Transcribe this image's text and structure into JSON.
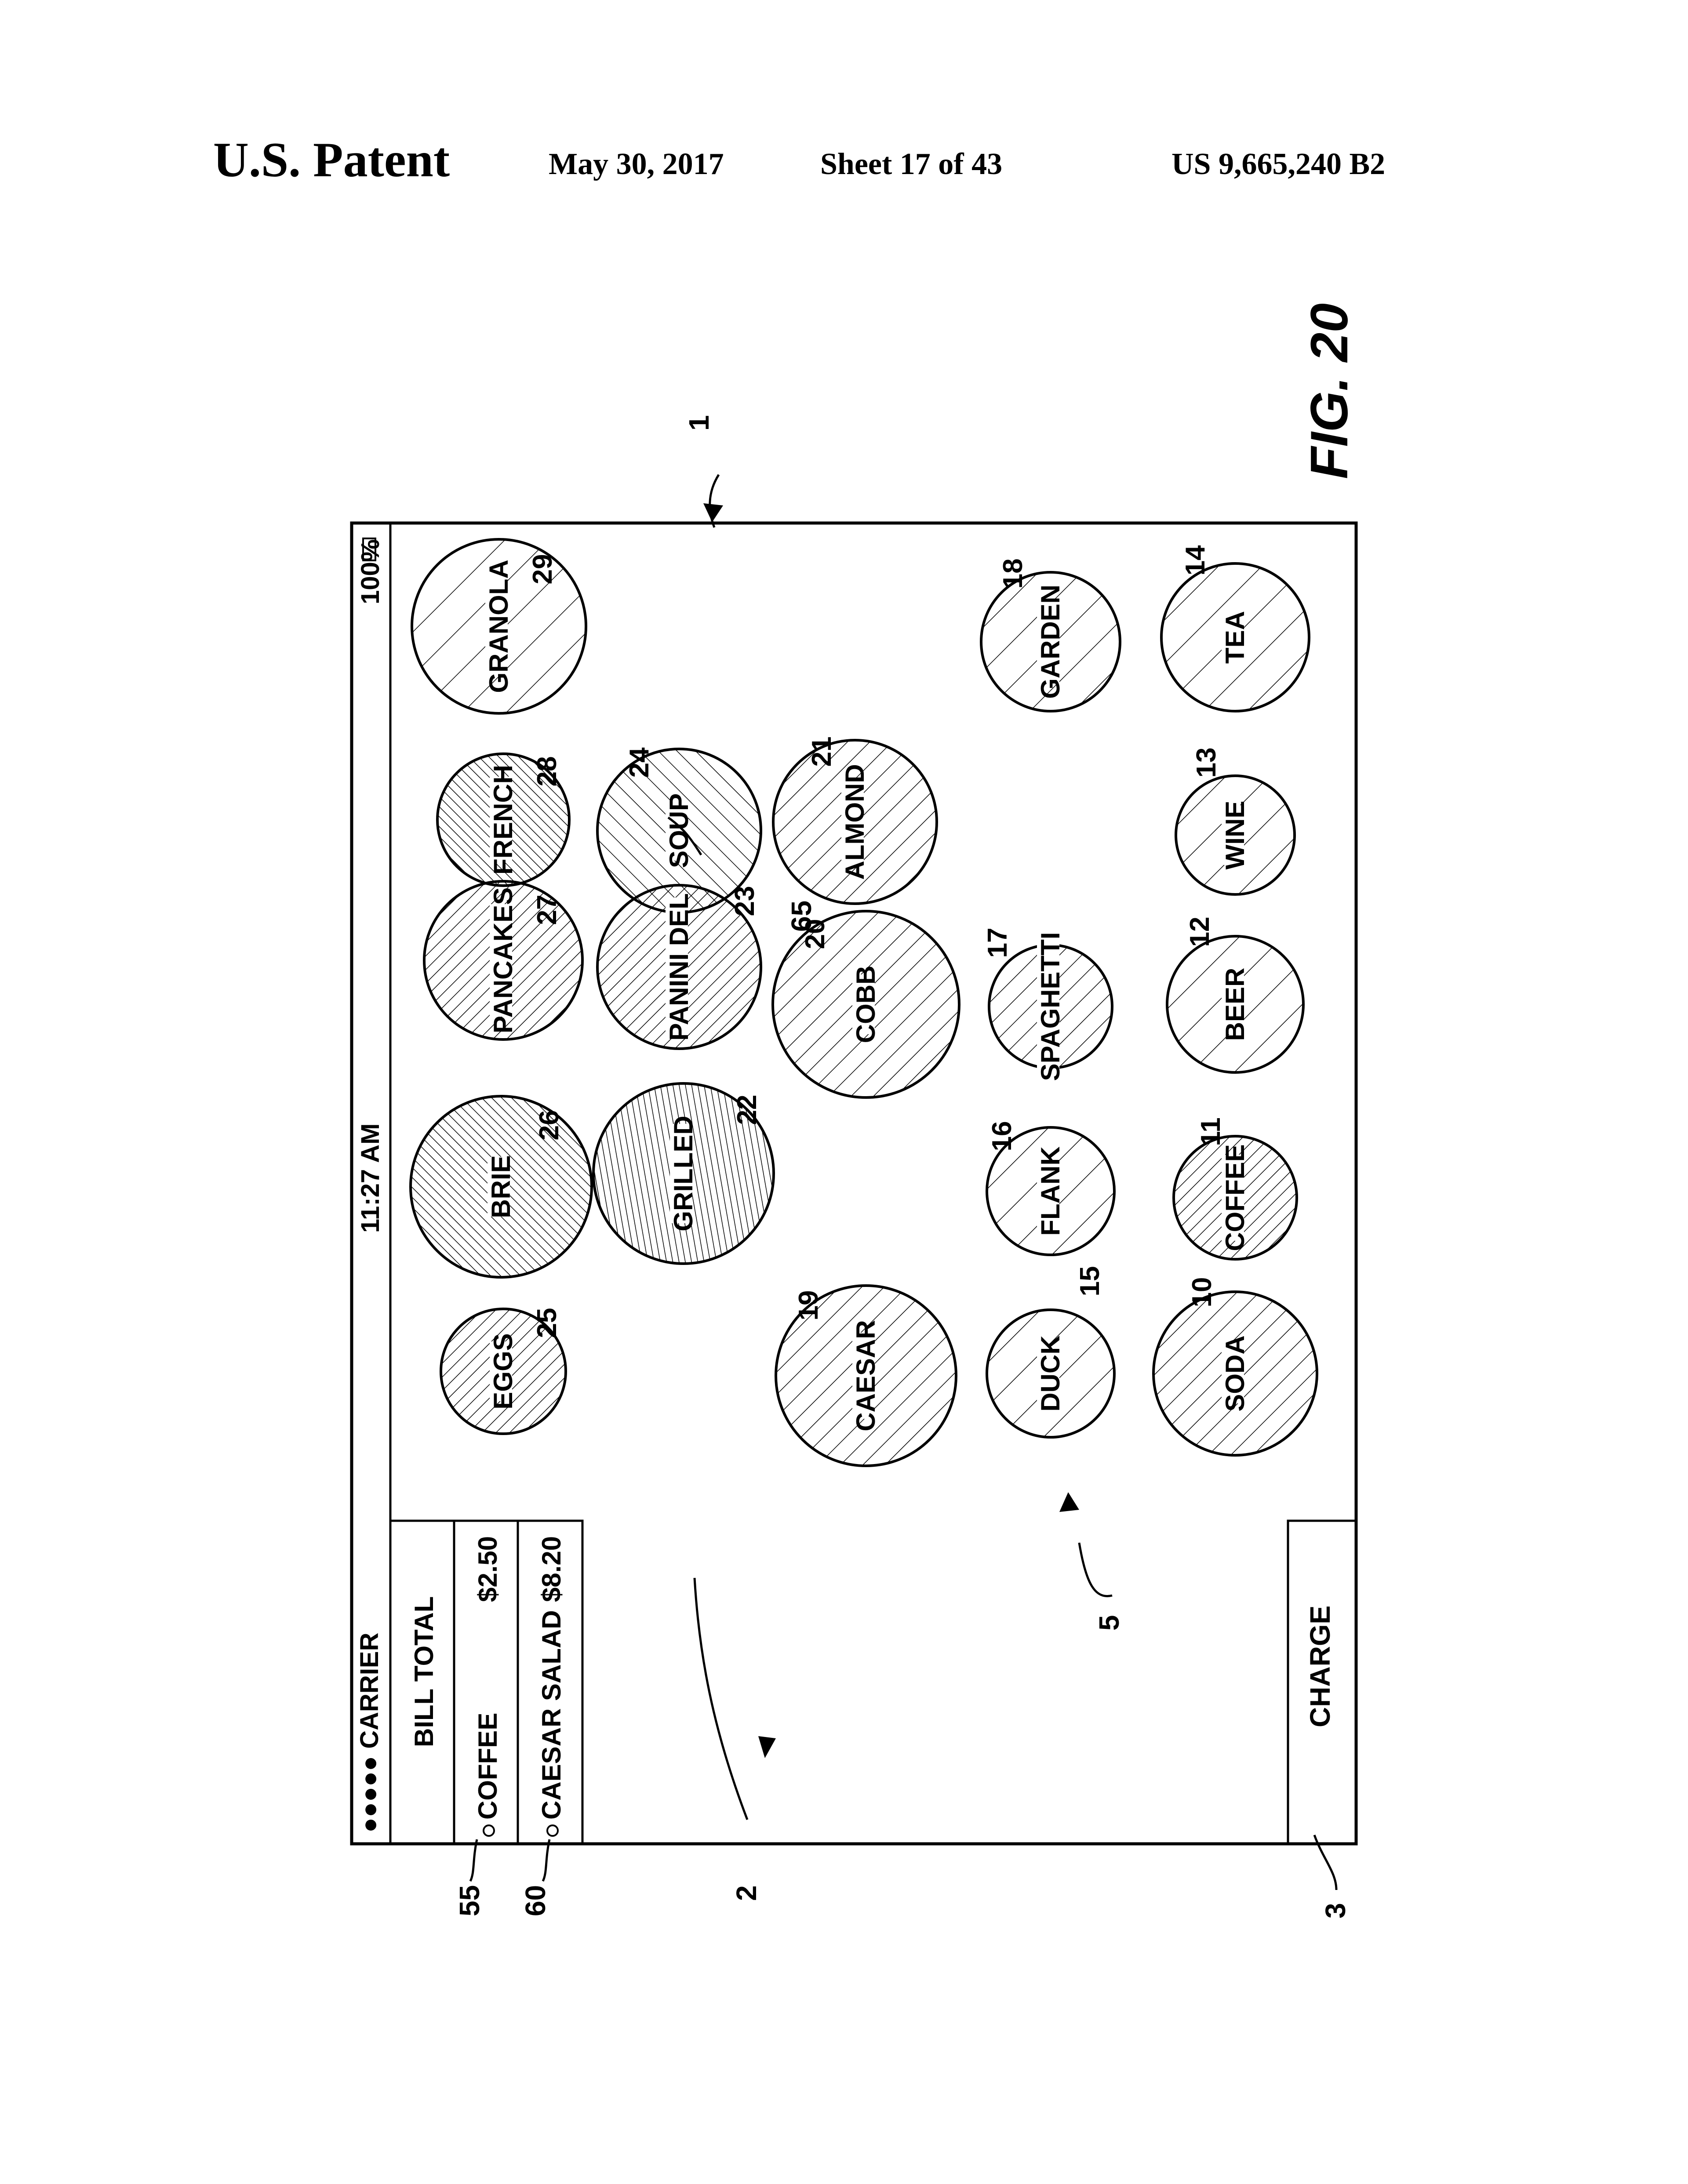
{
  "header": {
    "title": "U.S. Patent",
    "date": "May 30, 2017",
    "sheet": "Sheet 17 of 43",
    "patent_number": "US 9,665,240 B2"
  },
  "figure": {
    "label": "FIG. 20",
    "status_bar": {
      "signal": "●●●●● CARRIER",
      "time": "11:27 AM",
      "battery": "100%"
    },
    "bill": {
      "title": "BILL TOTAL",
      "items": [
        {
          "name": "COFFEE",
          "price": "$2.50",
          "ref": "55"
        },
        {
          "name": "CAESAR SALAD",
          "price": "$8.20",
          "ref": "60"
        }
      ]
    },
    "charge_button": "CHARGE",
    "menu_items": [
      {
        "label": "GRANOLA",
        "ref": "29"
      },
      {
        "label": "FRENCH",
        "ref": "28"
      },
      {
        "label": "PANCAKES",
        "ref": "27"
      },
      {
        "label": "BRIE",
        "ref": "26"
      },
      {
        "label": "EGGS",
        "ref": "25"
      },
      {
        "label": "SOUP",
        "ref": "24"
      },
      {
        "label": "PANINI DEL",
        "ref": "23"
      },
      {
        "label": "GRILLED",
        "ref": "22"
      },
      {
        "label": "ALMOND",
        "ref": "21"
      },
      {
        "label": "COBB",
        "ref": "20"
      },
      {
        "label": "CAESAR",
        "ref": "19"
      },
      {
        "label": "GARDEN",
        "ref": "18"
      },
      {
        "label": "SPAGHETTI",
        "ref": "17"
      },
      {
        "label": "FLANK",
        "ref": "16"
      },
      {
        "label": "DUCK",
        "ref": "15"
      },
      {
        "label": "TEA",
        "ref": "14"
      },
      {
        "label": "WINE",
        "ref": "13"
      },
      {
        "label": "BEER",
        "ref": "12"
      },
      {
        "label": "COFFEE",
        "ref": "11"
      },
      {
        "label": "SODA",
        "ref": "10"
      }
    ],
    "reference_numerals": {
      "device": "1",
      "bill_area": "2",
      "charge_area": "3",
      "menu_area": "5",
      "overlap": "65"
    }
  }
}
